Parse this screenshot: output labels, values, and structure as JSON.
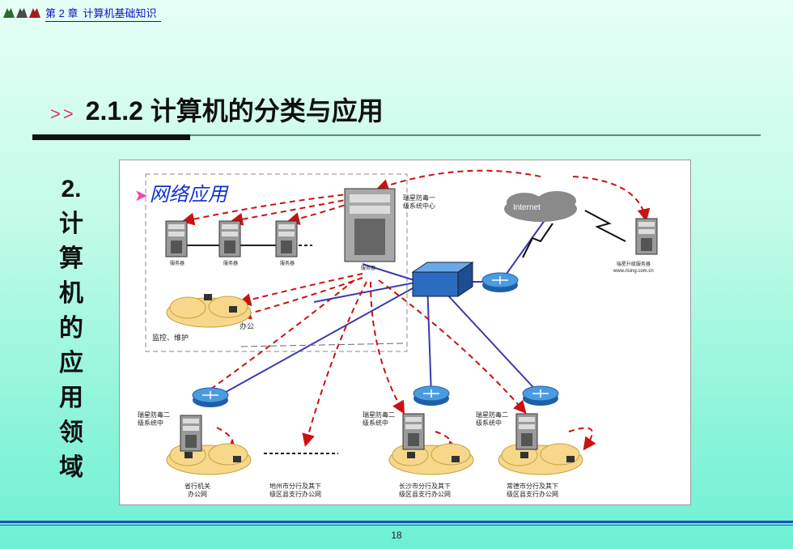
{
  "header": {
    "chapter": "第 2 章",
    "subject": "计算机基础知识"
  },
  "title": {
    "arrows": ">>",
    "text": "2.1.2 计算机的分类与应用"
  },
  "side_heading": [
    "2.",
    "计",
    "算",
    "机",
    "的",
    "应",
    "用",
    "领",
    "域"
  ],
  "diagram": {
    "label": "网络应用",
    "internet": "Internet",
    "top_server_label": [
      "瑞星防毒一",
      "级系统中心"
    ],
    "remote_server_label": [
      "瑞星升级服务器",
      "www.rising.com.cn"
    ],
    "lan_office": "办公",
    "lan_monitor": "监控、维护",
    "server_caption": "服务器",
    "branch_server_label": [
      "瑞星防毒二",
      "级系统中"
    ],
    "bottom_captions": [
      [
        "省行机关",
        "办公网"
      ],
      [
        "地州市分行及其下",
        "级区县支行办公网"
      ],
      [
        "长沙市分行及其下",
        "级区县支行办公网"
      ],
      [
        "常德市分行及其下",
        "级区县支行办公网"
      ]
    ]
  },
  "page_number": "18"
}
